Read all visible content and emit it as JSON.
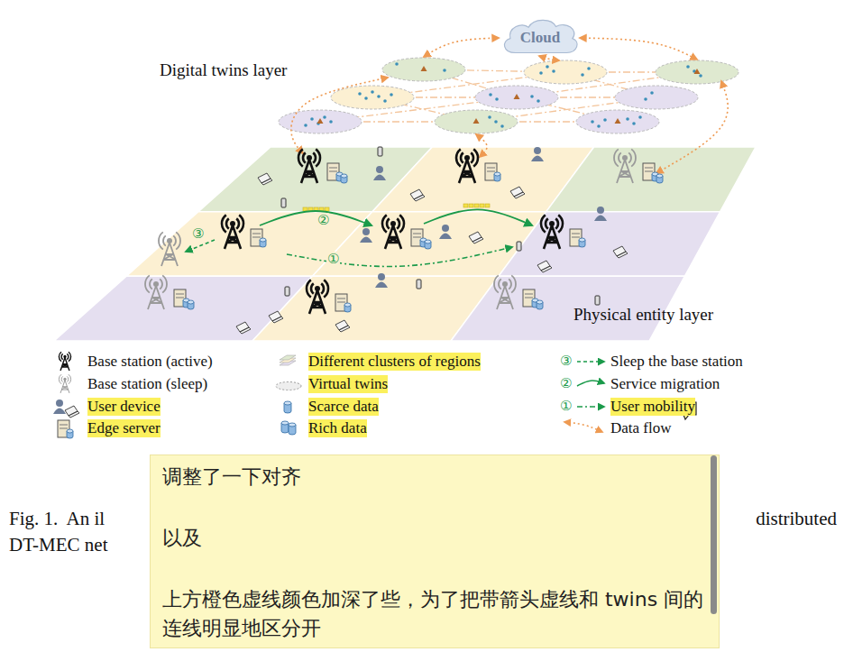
{
  "diagram": {
    "nodes": [
      {
        "text": [
          "Cloud"
        ]
      },
      {
        "text": [
          "调整了一下对齐",
          "以及",
          "上方橙色虚线颜色加深了些，为了把带箭头虚线和 twins 间的连线明显地区分开"
        ]
      }
    ],
    "labels": [
      "Digital twins layer",
      "②",
      "③",
      "①",
      "Physical entity layer",
      "③",
      "②",
      "①",
      "Fig. 1.  An il",
      "distributed",
      "DT-MEC net"
    ],
    "legend": [
      {
        "text": "Base station (active)"
      },
      {
        "text": "Base station (sleep)"
      },
      {
        "text": "User device"
      },
      {
        "text": "Edge server"
      },
      {
        "text": "Different clusters of regions"
      },
      {
        "text": "Virtual twins"
      },
      {
        "text": "Scarce data"
      },
      {
        "text": "Rich data"
      },
      {
        "text": "Sleep the base station"
      },
      {
        "text": "Service migration"
      },
      {
        "text": "User mobility"
      },
      {
        "text": "Data flow"
      }
    ]
  }
}
